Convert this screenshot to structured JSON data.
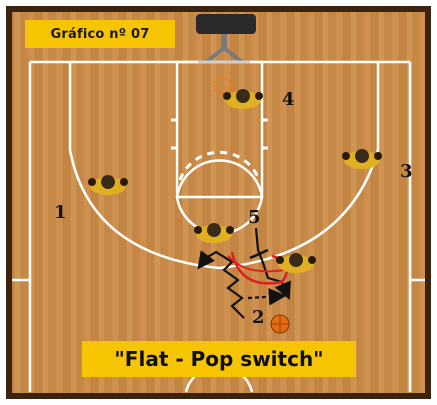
{
  "header": {
    "tag_label": "Gráfico nº 07"
  },
  "caption": {
    "text": "\"Flat - Pop switch\""
  },
  "players": [
    {
      "label": "1"
    },
    {
      "label": "2"
    },
    {
      "label": "3"
    },
    {
      "label": "4"
    },
    {
      "label": "5"
    }
  ],
  "colors": {
    "court_wood": "#c98a4a",
    "court_line": "#ffffff",
    "label_bg": "#f6c400",
    "screen_path": "#e02020",
    "offense_path": "#111111"
  },
  "icons": {
    "ball": "basketball-icon",
    "hoop": "basket-hoop-icon"
  }
}
